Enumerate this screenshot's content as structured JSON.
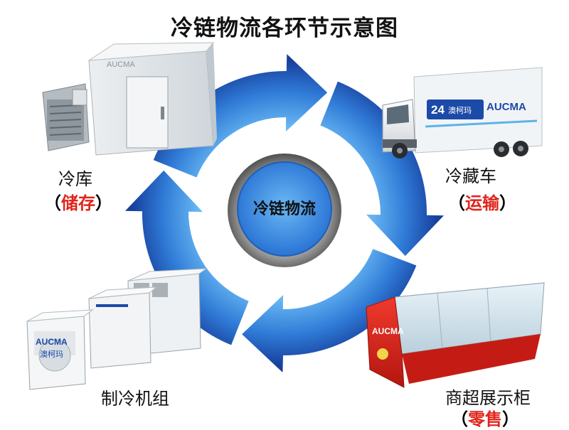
{
  "title": "冷链物流各环节示意图",
  "center": "冷链物流",
  "nodes": {
    "cold_storage": {
      "label": "冷库",
      "open": "（",
      "sub": "储存",
      "close": "）",
      "brand": "AUCMA"
    },
    "truck": {
      "label": "冷藏车",
      "open": "（",
      "sub": "运输",
      "close": "）",
      "brand": "AUCMA",
      "badge": "24",
      "badge_text": "澳柯玛"
    },
    "freezer": {
      "label": "商超展示柜",
      "open": "（",
      "sub": "零售",
      "close": "）",
      "brand": "AUCMA"
    },
    "refrigeration": {
      "label": "制冷机组",
      "brand": "AUCMA",
      "brand_cn": "澳柯玛"
    }
  },
  "colors": {
    "arrow_dark": "#1b4fb3",
    "arrow_light": "#5fb0f2",
    "center_fill": "#3d8fe3",
    "accent_red": "#e0241b"
  }
}
